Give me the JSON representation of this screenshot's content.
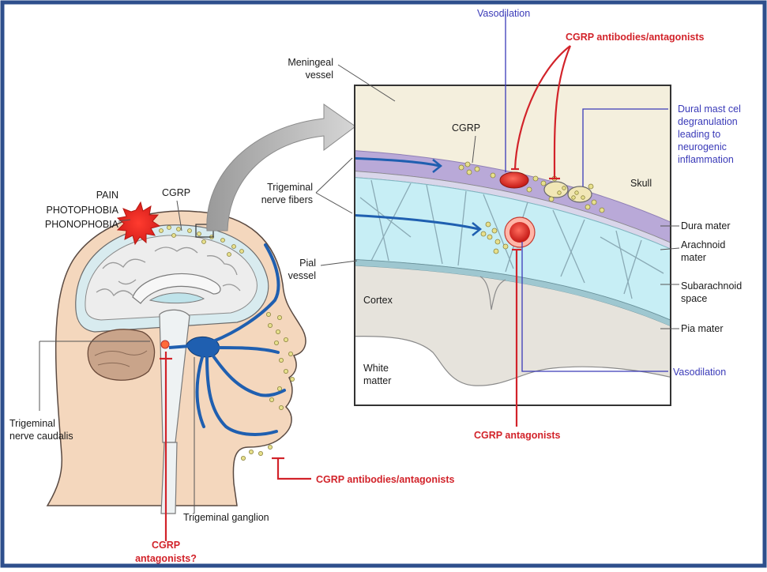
{
  "colors": {
    "frame": "#2e4f8c",
    "antagonist_red": "#d2232a",
    "vasodilation_blue": "#3a3ab8",
    "nerve_blue": "#1f5fb0",
    "dura_purple": "#b9a9d8",
    "subarachnoid_cyan": "#c7eef5",
    "skull_beige": "#f4efdd",
    "cortex_grey": "#e6e3dc",
    "cgrp_dot": "#e7e08c"
  },
  "head": {
    "pain_labels": [
      "PAIN",
      "PHOTOPHOBIA",
      "PHONOPHOBIA"
    ],
    "cgrp_label": "CGRP",
    "trigeminal_nerve_caudalis": [
      "Trigeminal",
      "nerve caudalis"
    ],
    "trigeminal_ganglion": "Trigeminal ganglion",
    "cgrp_antagonists_q": [
      "CGRP",
      "antagonists?"
    ],
    "cgrp_antibodies_antagonists": "CGRP antibodies/antagonists"
  },
  "inset": {
    "meningeal_vessel": [
      "Meningeal",
      "vessel"
    ],
    "cgrp_label": "CGRP",
    "trigeminal_nerve_fibers": [
      "Trigeminal",
      "nerve fibers"
    ],
    "pial_vessel": [
      "Pial",
      "vessel"
    ],
    "cortex": "Cortex",
    "white_matter": [
      "White",
      "matter"
    ],
    "skull": "Skull",
    "vasodilation_top": "Vasodilation",
    "cgrp_antibodies_antagonists_top": "CGRP antibodies/antagonists",
    "dural_mast_cell": [
      "Dural mast cel",
      "degranulation",
      "leading to",
      "neurogenic",
      "inflammation"
    ],
    "dura_mater": "Dura mater",
    "arachnoid_mater": [
      "Arachnoid",
      "mater"
    ],
    "subarachnoid_space": [
      "Subarachnoid",
      "space"
    ],
    "pia_mater": "Pia mater",
    "vasodilation_right": "Vasodilation",
    "cgrp_antagonists_bottom": "CGRP antagonists"
  }
}
